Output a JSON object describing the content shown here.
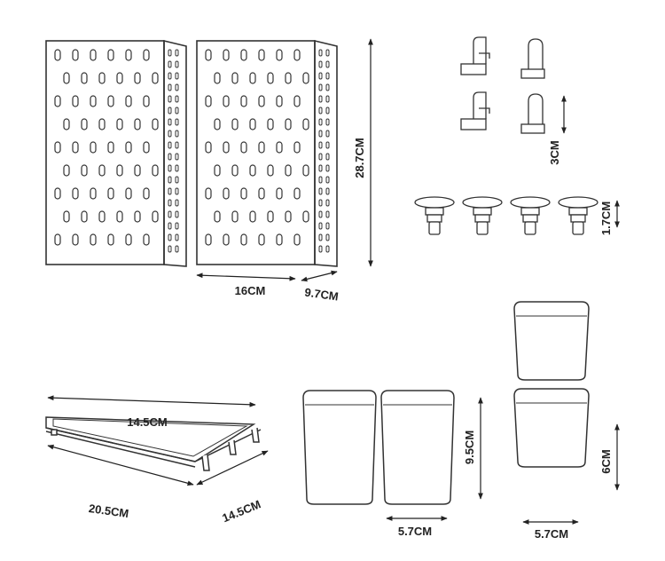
{
  "diagram": {
    "panel": {
      "height": "28.7CM",
      "width": "16CM",
      "depth": "9.7CM"
    },
    "hooks": {
      "height": "3CM"
    },
    "clips": {
      "height": "1.7CM"
    },
    "shelf": {
      "top_edge": "14.5CM",
      "long_edge": "20.5CM",
      "side_edge": "14.5CM"
    },
    "tall_cup": {
      "height": "9.5CM",
      "width": "5.7CM"
    },
    "short_cup": {
      "height": "6CM",
      "width": "5.7CM"
    }
  }
}
